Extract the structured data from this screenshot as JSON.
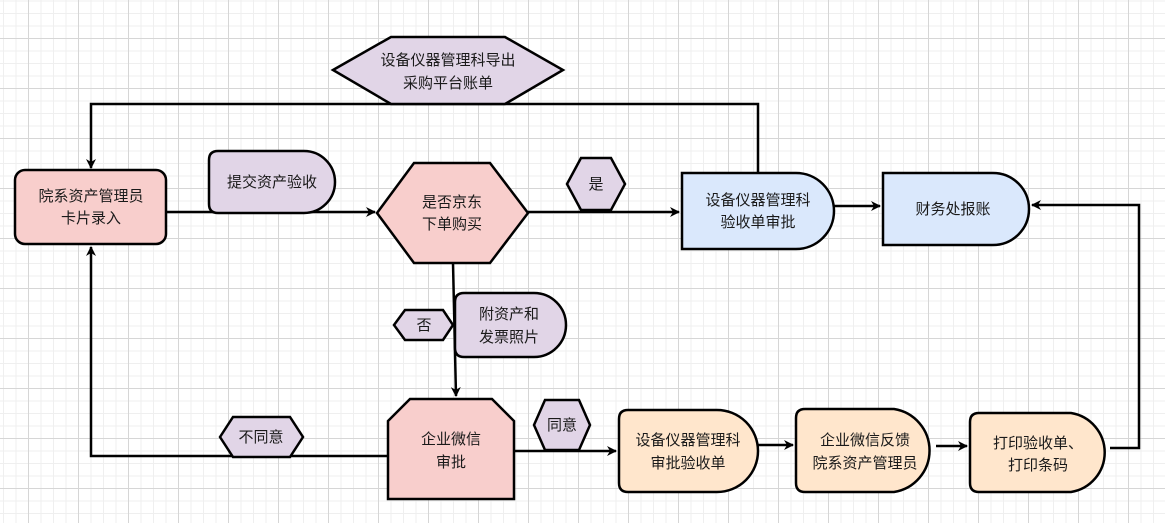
{
  "colors": {
    "pink": "#f8cecc",
    "purple": "#e1d5e7",
    "blue": "#dae8fc",
    "orange": "#ffe6cc",
    "stroke": "#000000"
  },
  "nodes": {
    "card_entry": {
      "lines": [
        "院系资产管理员",
        "卡片录入"
      ],
      "shape": "rounded-rectangle",
      "color": "pink"
    },
    "submit_acceptance": {
      "lines": [
        "提交资产验收"
      ],
      "shape": "delay",
      "color": "purple"
    },
    "jd_decision": {
      "lines": [
        "是否京东",
        "下单购买"
      ],
      "shape": "hexagon",
      "color": "pink"
    },
    "yes_label": {
      "lines": [
        "是"
      ],
      "shape": "hexagon",
      "color": "purple"
    },
    "dept_review": {
      "lines": [
        "设备仪器管理科",
        "验收单审批"
      ],
      "shape": "delay",
      "color": "blue"
    },
    "finance": {
      "lines": [
        "财务处报账"
      ],
      "shape": "delay",
      "color": "blue"
    },
    "export_bill": {
      "lines": [
        "设备仪器管理科导出",
        "采购平台账单"
      ],
      "shape": "hexagon",
      "color": "purple"
    },
    "no_label": {
      "lines": [
        "否"
      ],
      "shape": "hexagon",
      "color": "purple"
    },
    "attach_photos": {
      "lines": [
        "附资产和",
        "发票照片"
      ],
      "shape": "delay",
      "color": "purple"
    },
    "wecom_approval": {
      "lines": [
        "企业微信",
        "审批"
      ],
      "shape": "loop-limit",
      "color": "pink"
    },
    "disagree_label": {
      "lines": [
        "不同意"
      ],
      "shape": "hexagon",
      "color": "purple"
    },
    "agree_label": {
      "lines": [
        "同意"
      ],
      "shape": "hexagon",
      "color": "purple"
    },
    "dept_approve": {
      "lines": [
        "设备仪器管理科",
        "审批验收单"
      ],
      "shape": "delay",
      "color": "orange"
    },
    "wecom_feedback": {
      "lines": [
        "企业微信反馈",
        "院系资产管理员"
      ],
      "shape": "delay",
      "color": "orange"
    },
    "print": {
      "lines": [
        "打印验收单、",
        "打印条码"
      ],
      "shape": "delay",
      "color": "orange"
    }
  },
  "edges": [
    {
      "from": "card_entry",
      "to": "jd_decision",
      "label": "提交资产验收"
    },
    {
      "from": "jd_decision",
      "to": "dept_review",
      "label": "是"
    },
    {
      "from": "dept_review",
      "to": "finance",
      "label": ""
    },
    {
      "from": "dept_review",
      "to": "card_entry",
      "label": "设备仪器管理科导出采购平台账单"
    },
    {
      "from": "jd_decision",
      "to": "wecom_approval",
      "label": "否 / 附资产和发票照片"
    },
    {
      "from": "wecom_approval",
      "to": "card_entry",
      "label": "不同意"
    },
    {
      "from": "wecom_approval",
      "to": "dept_approve",
      "label": "同意"
    },
    {
      "from": "dept_approve",
      "to": "wecom_feedback",
      "label": ""
    },
    {
      "from": "wecom_feedback",
      "to": "print",
      "label": ""
    },
    {
      "from": "print",
      "to": "finance",
      "label": ""
    }
  ]
}
